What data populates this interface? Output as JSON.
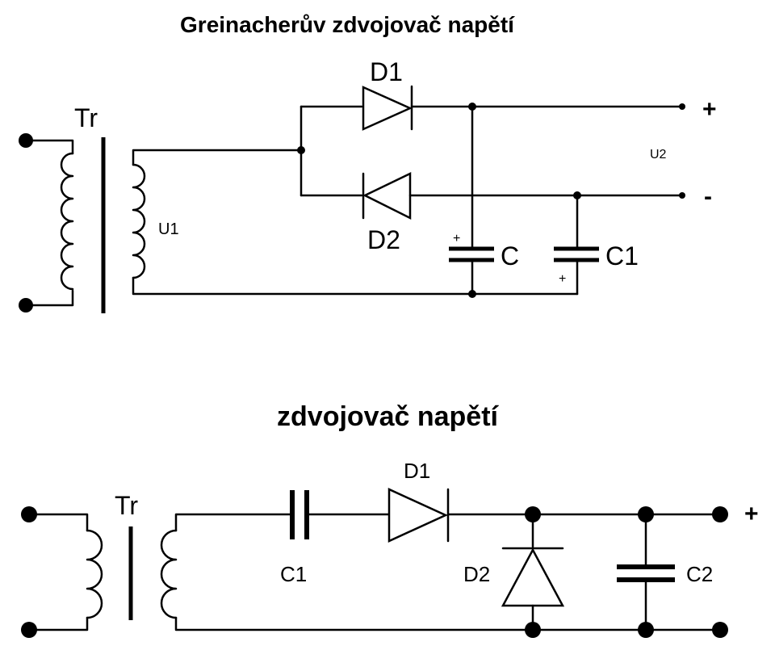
{
  "top": {
    "title": "Greinacherův zdvojovač napětí",
    "transformer": "Tr",
    "diode1": "D1",
    "diode2": "D2",
    "input_voltage": "U1",
    "output_voltage": "U2",
    "cap_c": "C",
    "cap_c1": "C1",
    "polarity_c": "+",
    "polarity_c1": "+",
    "terminal_plus": "+",
    "terminal_minus": "-"
  },
  "bottom": {
    "title": "zdvojovač napětí",
    "transformer": "Tr",
    "cap_c1": "C1",
    "diode1": "D1",
    "diode2": "D2",
    "cap_c2": "C2",
    "terminal_plus": "+"
  }
}
